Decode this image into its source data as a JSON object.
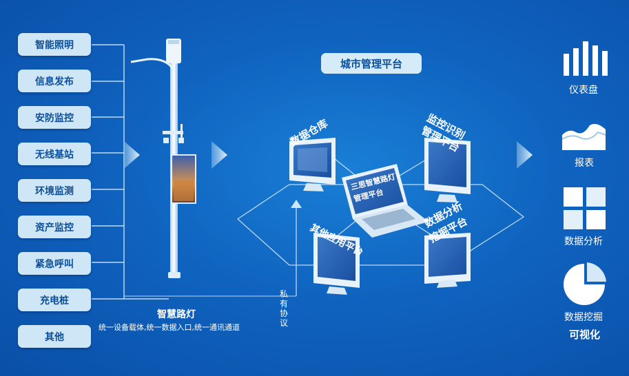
{
  "left_items": [
    "智能照明",
    "信息发布",
    "安防监控",
    "无线基站",
    "环境监测",
    "资产监控",
    "紧急呼叫",
    "充电桩",
    "其他"
  ],
  "streetlight": {
    "title": "智慧路灯",
    "subtitle": "统一设备载体,统一数据入口,统一通讯通道"
  },
  "protocol_label": [
    "私",
    "有",
    "协",
    "议"
  ],
  "platform_title": "城市管理平台",
  "nodes": {
    "data_warehouse": "数据仓库",
    "monitor_line1": "监控识别",
    "monitor_line2": "管理平台",
    "laptop_line1": "三思智慧路灯",
    "laptop_line2": "管理平台",
    "other_apps": "其他应用平台",
    "analysis_line1": "数据分析",
    "analysis_line2": "挖掘平台"
  },
  "right_items": [
    {
      "label": "仪表盘",
      "icon": "bar-chart-icon"
    },
    {
      "label": "报表",
      "icon": "area-chart-icon"
    },
    {
      "label": "数据分析",
      "icon": "grid-squares-icon"
    },
    {
      "label": "数据挖掘",
      "icon": "pie-chart-icon"
    }
  ],
  "visualization_label": "可视化",
  "colors": {
    "background": "#0f63bf",
    "capsule": "#cfe6f6",
    "capsule_text": "#0b4f9a"
  }
}
